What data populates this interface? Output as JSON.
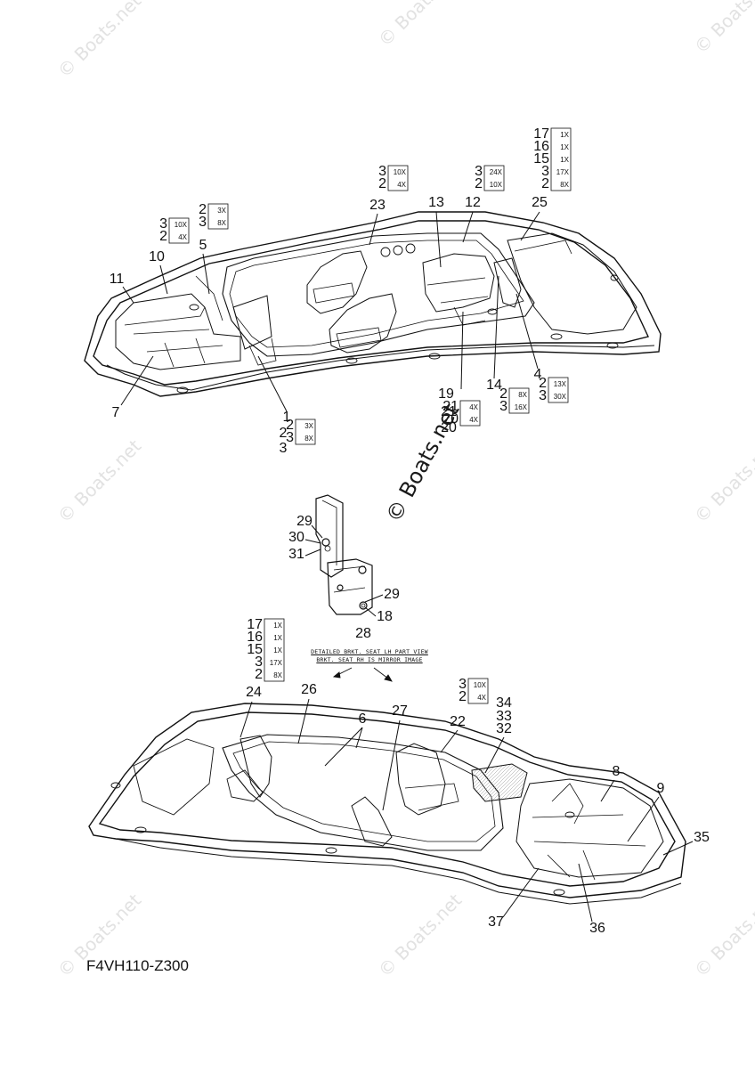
{
  "watermark": {
    "small_text": "© Boats.net",
    "center_text": "© Boats.net"
  },
  "diagram_code": "F4VH110-Z300",
  "detail_note": {
    "line1": "DETAILED BRKT. SEAT LH PART VIEW",
    "line2": "BRKT. SEAT RH IS MIRROR IMAGE"
  },
  "callouts": {
    "top": [
      "1",
      "2",
      "3",
      "4",
      "5",
      "7",
      "10",
      "11",
      "12",
      "13",
      "14",
      "19",
      "20",
      "21",
      "23",
      "25",
      "2",
      "3",
      "2",
      "3",
      "2",
      "3",
      "2",
      "3",
      "17",
      "16",
      "15",
      "3",
      "2",
      "2",
      "3",
      "2",
      "3",
      "2",
      "3"
    ],
    "detail": [
      "18",
      "28",
      "29",
      "29",
      "30",
      "31"
    ],
    "bottom": [
      "6",
      "8",
      "9",
      "22",
      "24",
      "26",
      "27",
      "32",
      "33",
      "34",
      "35",
      "36",
      "37",
      "17",
      "16",
      "15",
      "3",
      "2",
      "3",
      "2"
    ]
  },
  "quantity_boxes": {
    "group_1": [
      {
        "part": "2",
        "qty": "3X"
      },
      {
        "part": "3",
        "qty": "8X"
      }
    ],
    "group_5": [
      {
        "part": "2",
        "qty": "3X"
      },
      {
        "part": "3",
        "qty": "8X"
      }
    ],
    "group_10": [
      {
        "part": "3",
        "qty": "10X"
      },
      {
        "part": "2",
        "qty": "4X"
      }
    ],
    "group_23": [
      {
        "part": "3",
        "qty": "10X"
      },
      {
        "part": "2",
        "qty": "4X"
      }
    ],
    "group_12": [
      {
        "part": "3",
        "qty": "24X"
      },
      {
        "part": "2",
        "qty": "10X"
      }
    ],
    "group_25": [
      {
        "part": "17",
        "qty": "1X"
      },
      {
        "part": "16",
        "qty": "1X"
      },
      {
        "part": "15",
        "qty": "1X"
      },
      {
        "part": "3",
        "qty": "17X"
      },
      {
        "part": "2",
        "qty": "8X"
      }
    ],
    "group_4": [
      {
        "part": "2",
        "qty": "13X"
      },
      {
        "part": "3",
        "qty": "30X"
      }
    ],
    "group_14": [
      {
        "part": "2",
        "qty": "8X"
      },
      {
        "part": "3",
        "qty": "16X"
      }
    ],
    "group_19": [
      {
        "part": "21",
        "qty": "4X"
      },
      {
        "part": "20",
        "qty": "4X"
      }
    ],
    "group_24": [
      {
        "part": "17",
        "qty": "1X"
      },
      {
        "part": "16",
        "qty": "1X"
      },
      {
        "part": "15",
        "qty": "1X"
      },
      {
        "part": "3",
        "qty": "17X"
      },
      {
        "part": "2",
        "qty": "8X"
      }
    ],
    "group_34": [
      {
        "part": "3",
        "qty": "10X"
      },
      {
        "part": "2",
        "qty": "4X"
      }
    ]
  }
}
